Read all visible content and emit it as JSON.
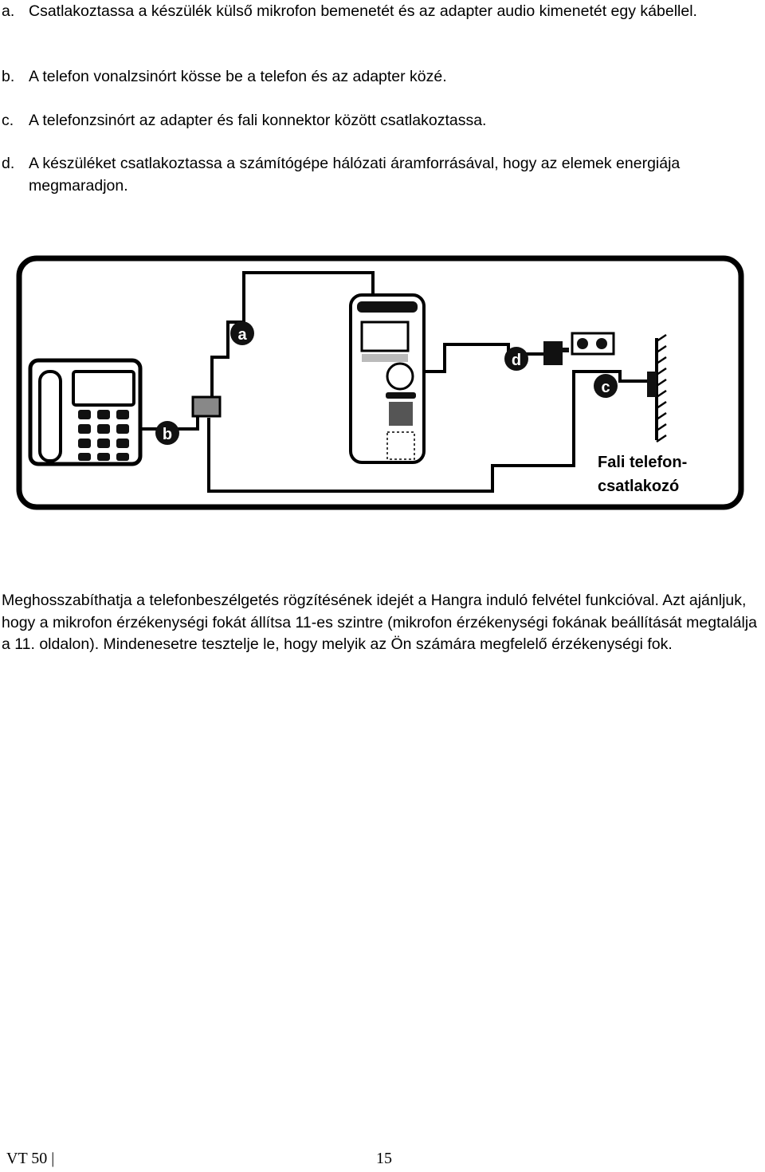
{
  "steps": [
    {
      "letter": "a.",
      "text": "Csatlakoztassa a készülék külső mikrofon bemenetét és az adapter audio kimenetét egy kábellel."
    },
    {
      "letter": "b.",
      "text": "A telefon vonalzsinórt kösse be a telefon és az adapter közé."
    },
    {
      "letter": "c.",
      "text": "A telefonzsinórt az adapter és fali konnektor között csatlakoztassa."
    },
    {
      "letter": "d.",
      "text": "A készüléket csatlakoztassa a számítógépe hálózati áramforrásával, hogy az elemek energiája megmaradjon."
    }
  ],
  "diagram": {
    "markers": {
      "a": "a",
      "b": "b",
      "c": "c",
      "d": "d"
    },
    "wall_label_line1": "Fali telefon-",
    "wall_label_line2": "csatlakozó",
    "icons": [
      "telephone-icon",
      "adapter-icon",
      "voice-recorder-icon",
      "power-plug-icon",
      "power-socket-icon",
      "wall-jack-icon"
    ]
  },
  "paragraph": "Meghosszabíthatja a telefonbeszélgetés rögzítésének idejét a Hangra induló felvétel funkcióval. Azt ajánljuk, hogy a mikrofon érzékenységi fokát állítsa 11-es szintre (mikrofon érzékenységi fokának beállítását megtalálja a 11. oldalon). Mindenesetre tesztelje le, hogy melyik az Ön számára megfelelő érzékenységi fok.",
  "footer": {
    "doc": "VT 50 |",
    "page": "15"
  }
}
